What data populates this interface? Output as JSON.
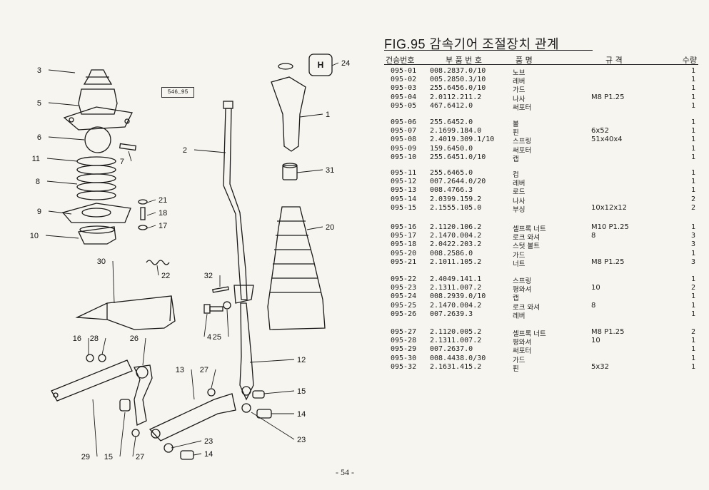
{
  "figure": {
    "title": "FIG.95 감속기어 조절장치 관계",
    "tag": "546_95",
    "shift_pattern": "H"
  },
  "table": {
    "headers": {
      "no": "건승번호",
      "part_no": "부 품 번 호",
      "name": "품 명",
      "spec": "규 격",
      "qty": "수량"
    },
    "groups": [
      {
        "rows": [
          {
            "no": "095-01",
            "part_no": "008.2837.0/10",
            "name": "노브",
            "spec": "",
            "qty": "1"
          },
          {
            "no": "095-02",
            "part_no": "005.2850.3/10",
            "name": "레버",
            "spec": "",
            "qty": "1"
          },
          {
            "no": "095-03",
            "part_no": "255.6456.0/10",
            "name": "가드",
            "spec": "",
            "qty": "1"
          },
          {
            "no": "095-04",
            "part_no": "2.0112.211.2",
            "name": "나사",
            "spec": "M8 P1.25",
            "qty": "1"
          },
          {
            "no": "095-05",
            "part_no": "467.6412.0",
            "name": "써포터",
            "spec": "",
            "qty": "1"
          }
        ]
      },
      {
        "rows": [
          {
            "no": "095-06",
            "part_no": "255.6452.0",
            "name": "볼",
            "spec": "",
            "qty": "1"
          },
          {
            "no": "095-07",
            "part_no": "2.1699.184.0",
            "name": "핀",
            "spec": "6x52",
            "qty": "1"
          },
          {
            "no": "095-08",
            "part_no": "2.4019.309.1/10",
            "name": "스프링",
            "spec": "51x40x4",
            "qty": "1"
          },
          {
            "no": "095-09",
            "part_no": "159.6450.0",
            "name": "써포터",
            "spec": "",
            "qty": "1"
          },
          {
            "no": "095-10",
            "part_no": "255.6451.0/10",
            "name": "캡",
            "spec": "",
            "qty": "1"
          }
        ]
      },
      {
        "rows": [
          {
            "no": "095-11",
            "part_no": "255.6465.0",
            "name": "컵",
            "spec": "",
            "qty": "1"
          },
          {
            "no": "095-12",
            "part_no": "007.2644.0/20",
            "name": "레버",
            "spec": "",
            "qty": "1"
          },
          {
            "no": "095-13",
            "part_no": "008.4766.3",
            "name": "로드",
            "spec": "",
            "qty": "1"
          },
          {
            "no": "095-14",
            "part_no": "2.0399.159.2",
            "name": "나사",
            "spec": "",
            "qty": "2"
          },
          {
            "no": "095-15",
            "part_no": "2.1555.105.0",
            "name": "부싱",
            "spec": "10x12x12",
            "qty": "2"
          }
        ]
      },
      {
        "rows": [
          {
            "no": "095-16",
            "part_no": "2.1120.106.2",
            "name": "셀프록 너트",
            "spec": "M10 P1.25",
            "qty": "1"
          },
          {
            "no": "095-17",
            "part_no": "2.1470.004.2",
            "name": "로크 와셔",
            "spec": "8",
            "qty": "3"
          },
          {
            "no": "095-18",
            "part_no": "2.0422.203.2",
            "name": "스텃 볼트",
            "spec": "",
            "qty": "3"
          },
          {
            "no": "095-20",
            "part_no": "008.2586.0",
            "name": "가드",
            "spec": "",
            "qty": "1"
          },
          {
            "no": "095-21",
            "part_no": "2.1011.105.2",
            "name": "너트",
            "spec": "M8 P1.25",
            "qty": "3"
          }
        ]
      },
      {
        "rows": [
          {
            "no": "095-22",
            "part_no": "2.4049.141.1",
            "name": "스프링",
            "spec": "",
            "qty": "1"
          },
          {
            "no": "095-23",
            "part_no": "2.1311.007.2",
            "name": "평와셔",
            "spec": "10",
            "qty": "2"
          },
          {
            "no": "095-24",
            "part_no": "008.2939.0/10",
            "name": "캡",
            "spec": "",
            "qty": "1"
          },
          {
            "no": "095-25",
            "part_no": "2.1470.004.2",
            "name": "로크 와셔",
            "spec": "8",
            "qty": "1"
          },
          {
            "no": "095-26",
            "part_no": "007.2639.3",
            "name": "레버",
            "spec": "",
            "qty": "1"
          }
        ]
      },
      {
        "rows": [
          {
            "no": "095-27",
            "part_no": "2.1120.005.2",
            "name": "셀프록 너트",
            "spec": "M8 P1.25",
            "qty": "2"
          },
          {
            "no": "095-28",
            "part_no": "2.1311.007.2",
            "name": "평와셔",
            "spec": "10",
            "qty": "1"
          },
          {
            "no": "095-29",
            "part_no": "007.2637.0",
            "name": "써포터",
            "spec": "",
            "qty": "1"
          },
          {
            "no": "095-30",
            "part_no": "008.4438.0/30",
            "name": "가드",
            "spec": "",
            "qty": "1"
          },
          {
            "no": "095-32",
            "part_no": "2.1631.415.2",
            "name": "핀",
            "spec": "5x32",
            "qty": "1"
          }
        ]
      }
    ]
  },
  "callouts": [
    "3",
    "5",
    "6",
    "11",
    "8",
    "9",
    "10",
    "7",
    "21",
    "18",
    "17",
    "24",
    "2",
    "1",
    "31",
    "20",
    "30",
    "22",
    "32",
    "4",
    "25",
    "16",
    "28",
    "26",
    "13",
    "27",
    "12",
    "15",
    "14",
    "23",
    "29"
  ],
  "page_number": "- 54 -"
}
